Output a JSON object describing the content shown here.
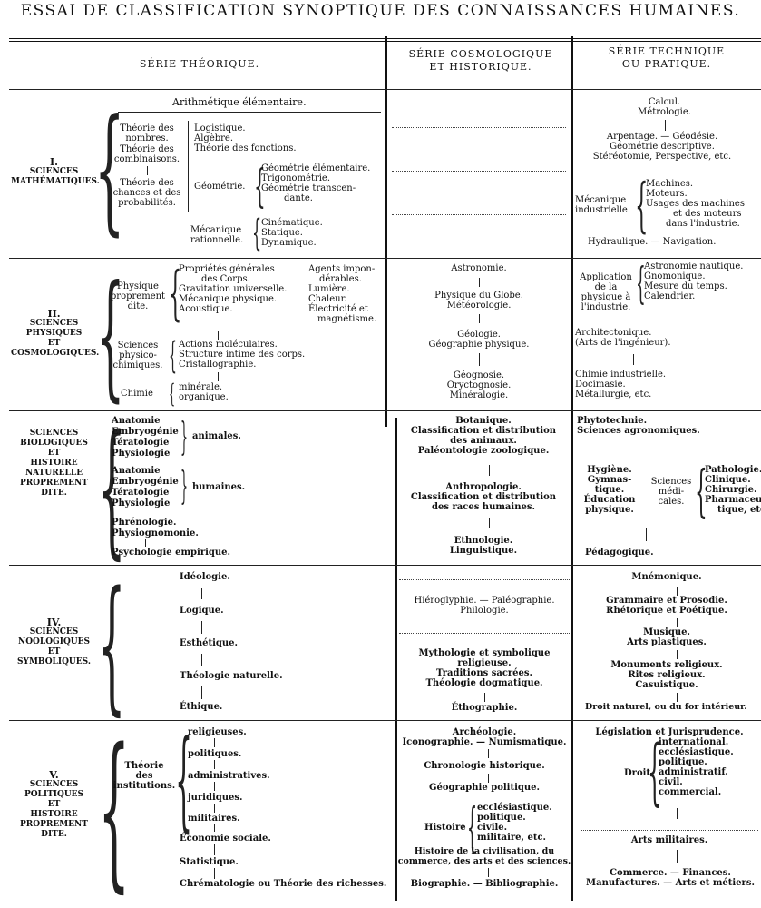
{
  "title": "ESSAI DE CLASSIFICATION SYNOPTIQUE DES CONNAISSANCES HUMAINES.",
  "headers": {
    "theorique": "SÉRIE THÉORIQUE.",
    "cosmo": [
      "SÉRIE COSMOLOGIQUE",
      "ET HISTORIQUE."
    ],
    "technique": [
      "SÉRIE TECHNIQUE",
      "OU PRATIQUE."
    ]
  },
  "rows": {
    "r1": {
      "label": [
        "I.",
        "SCIENCES",
        "MATHÉMATIQUES."
      ],
      "top": "Arithmétique élémentaire.",
      "nombres": [
        "Théorie des",
        "nombres."
      ],
      "combinaisons": [
        "Théorie des",
        "combinaisons."
      ],
      "chances": [
        "Théorie des",
        "chances et des",
        "probabilités."
      ],
      "logistique": [
        "Logistique.",
        "Algèbre."
      ],
      "fonctions": "Théorie des fonctions.",
      "geometrie": "Géométrie.",
      "geo_list": [
        "Géométrie élémentaire.",
        "Trigonométrie.",
        "Géométrie transcen-",
        "dante."
      ],
      "mecanique": [
        "Mécanique",
        "rationnelle."
      ],
      "meca_list": [
        "Cinématique.",
        "Statique.",
        "Dynamique."
      ],
      "tech_top": [
        "Calcul.",
        "Métrologie."
      ],
      "tech_arpentage": [
        "Arpentage. — Géodésie.",
        "Géométrie descriptive.",
        "Stéréotomie, Perspective, etc."
      ],
      "tech_meca": [
        "Mécanique",
        "industrielle."
      ],
      "tech_meca_list": [
        "Machines.",
        "Moteurs.",
        "Usages des machines",
        "et des moteurs",
        "dans l'industrie."
      ],
      "tech_hydro": "Hydraulique. — Navigation."
    },
    "r2": {
      "label": [
        "II.",
        "SCIENCES",
        "PHYSIQUES",
        "ET",
        "COSMOLOGIQUES."
      ],
      "physique": [
        "Physique",
        "proprement",
        "dite."
      ],
      "phys_list": [
        "Propriétés générales",
        "des Corps.",
        "Gravitation universelle.",
        "Mécanique physique.",
        "Acoustique."
      ],
      "agents": [
        "Agents impon-",
        "dérables.",
        "Lumière.",
        "Chaleur.",
        "Électricité et",
        "magnétisme."
      ],
      "physico": [
        "Sciences",
        "physico-",
        "chimiques."
      ],
      "physico_list": [
        "Actions moléculaires.",
        "Structure intime des corps.",
        "Cristallographie."
      ],
      "chimie": "Chimie",
      "chimie_list": [
        "minérale.",
        "organique."
      ],
      "cosmo": [
        "Astronomie.",
        "Physique du Globe.",
        "Météorologie.",
        "Géologie.",
        "Géographie physique.",
        "Géognosie.",
        "Oryctognosie.",
        "Minéralogie."
      ],
      "tech_application": [
        "Application",
        "de la",
        "physique à",
        "l'industrie."
      ],
      "tech_astro": [
        "Astronomie nautique.",
        "Gnomonique.",
        "Mesure du temps.",
        "Calendrier."
      ],
      "tech_archi": [
        "Architectonique.",
        "(Arts de l'ingénieur)."
      ],
      "tech_chimie": [
        "Chimie industrielle.",
        "Docimasie.",
        "Métallurgie, etc."
      ]
    },
    "r3": {
      "label": [
        "SCIENCES",
        "BIOLOGIQUES",
        "ET",
        "HISTOIRE",
        "NATURELLE",
        "PROPREMENT",
        "DITE."
      ],
      "animal_list": [
        "Anatomie",
        "Embryogénie",
        "Tératologie",
        "Physiologie"
      ],
      "animales": "animales.",
      "human_list": [
        "Anatomie",
        "Embryogénie",
        "Tératologie",
        "Physiologie"
      ],
      "humaines": "humaines.",
      "phreno": [
        "Phrénologie.",
        "Physiognomonie."
      ],
      "psycho": "Psychologie empirique.",
      "cosmo_top": [
        "Botanique.",
        "Classification et distribution",
        "des animaux.",
        "Paléontologie zoologique."
      ],
      "cosmo_anthro": [
        "Anthropologie.",
        "Classification et distribution",
        "des races humaines."
      ],
      "cosmo_ethno": [
        "Ethnologie.",
        "Linguistique."
      ],
      "tech_top": [
        "Phytotechnie.",
        "Sciences agronomiques."
      ],
      "tech_hygiene": [
        "Hygiène.",
        "Gymnas-",
        "tique.",
        "Éducation",
        "physique."
      ],
      "tech_medicales": [
        "Sciences",
        "médi-",
        "cales."
      ],
      "tech_med_list": [
        "Pathologie.",
        "Clinique.",
        "Chirurgie.",
        "Pharmaceu-",
        "tique, etc."
      ],
      "tech_peda": "Pédagogique."
    },
    "r4": {
      "label": [
        "IV.",
        "SCIENCES",
        "NOOLOGIQUES",
        "ET",
        "SYMBOLIQUES."
      ],
      "items": [
        "Idéologie.",
        "Logique.",
        "Esthétique.",
        "Théologie naturelle.",
        "Éthique."
      ],
      "cosmo_hiero": [
        "Hiéroglyphie. — Paléographie.",
        "Philologie."
      ],
      "cosmo_myth": [
        "Mythologie et symbolique",
        "religieuse.",
        "Traditions sacrées.",
        "Théologie dogmatique."
      ],
      "cosmo_etho": "Éthographie.",
      "tech_mnemo": "Mnémonique.",
      "tech_gram": [
        "Grammaire et Prosodie.",
        "Rhétorique et Poétique."
      ],
      "tech_musique": [
        "Musique.",
        "Arts plastiques."
      ],
      "tech_monuments": [
        "Monuments religieux.",
        "Rites religieux.",
        "Casuistique."
      ],
      "tech_droit": "Droit naturel, ou du for intérieur."
    },
    "r5": {
      "label": [
        "V.",
        "SCIENCES",
        "POLITIQUES",
        "ET",
        "HISTOIRE",
        "PROPREMENT",
        "DITE."
      ],
      "institutions": [
        "Théorie",
        "des",
        "institutions."
      ],
      "inst_list": [
        "religieuses.",
        "politiques.",
        "administratives.",
        "juridiques.",
        "militaires."
      ],
      "economie": "Économie sociale.",
      "statistique": "Statistique.",
      "chrema": "Chrématologie ou Théorie des richesses.",
      "cosmo_archeo": [
        "Archéologie.",
        "Iconographie. — Numismatique."
      ],
      "cosmo_chrono": "Chronologie historique.",
      "cosmo_geo": "Géographie politique.",
      "histoire": "Histoire",
      "histoire_list": [
        "ecclésiastique.",
        "politique.",
        "civile.",
        "militaire, etc."
      ],
      "cosmo_civil": [
        "Histoire de la civilisation, du",
        "commerce, des arts et des sciences."
      ],
      "cosmo_bio": "Biographie. — Bibliographie.",
      "tech_legis": "Législation et Jurisprudence.",
      "droit": "Droit",
      "droit_list": [
        "international.",
        "ecclésiastique.",
        "politique.",
        "administratif.",
        "civil.",
        "commercial."
      ],
      "tech_arts": "Arts militaires.",
      "tech_commerce": [
        "Commerce. — Finances.",
        "Manufactures. — Arts et métiers."
      ]
    }
  }
}
